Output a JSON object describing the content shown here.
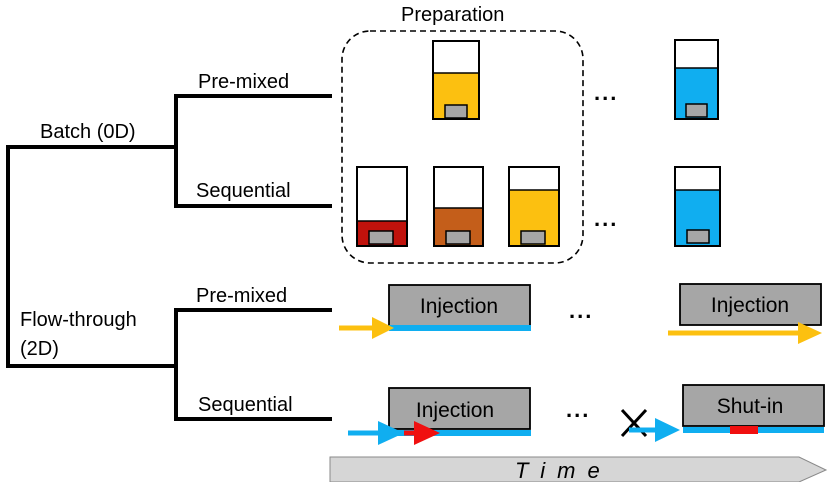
{
  "title": "Preparation",
  "tree": {
    "batch": "Batch (0D)",
    "flow_line1": "Flow-through",
    "flow_line2": "(2D)",
    "batch_premixed": "Pre-mixed",
    "batch_sequential": "Sequential",
    "flow_premixed": "Pre-mixed",
    "flow_sequential": "Sequential"
  },
  "ellipsis": "...",
  "injection_label": "Injection",
  "shutin_label": "Shut-in",
  "time_label": "Time",
  "colors": {
    "yellow": "#fcc010",
    "blue": "#10aef0",
    "red_dark": "#c0120c",
    "orange_brown": "#c45e1a",
    "red_arrow": "#f01010",
    "gray_box": "#a6a6a6",
    "time_bar": "#d6d6d6"
  }
}
